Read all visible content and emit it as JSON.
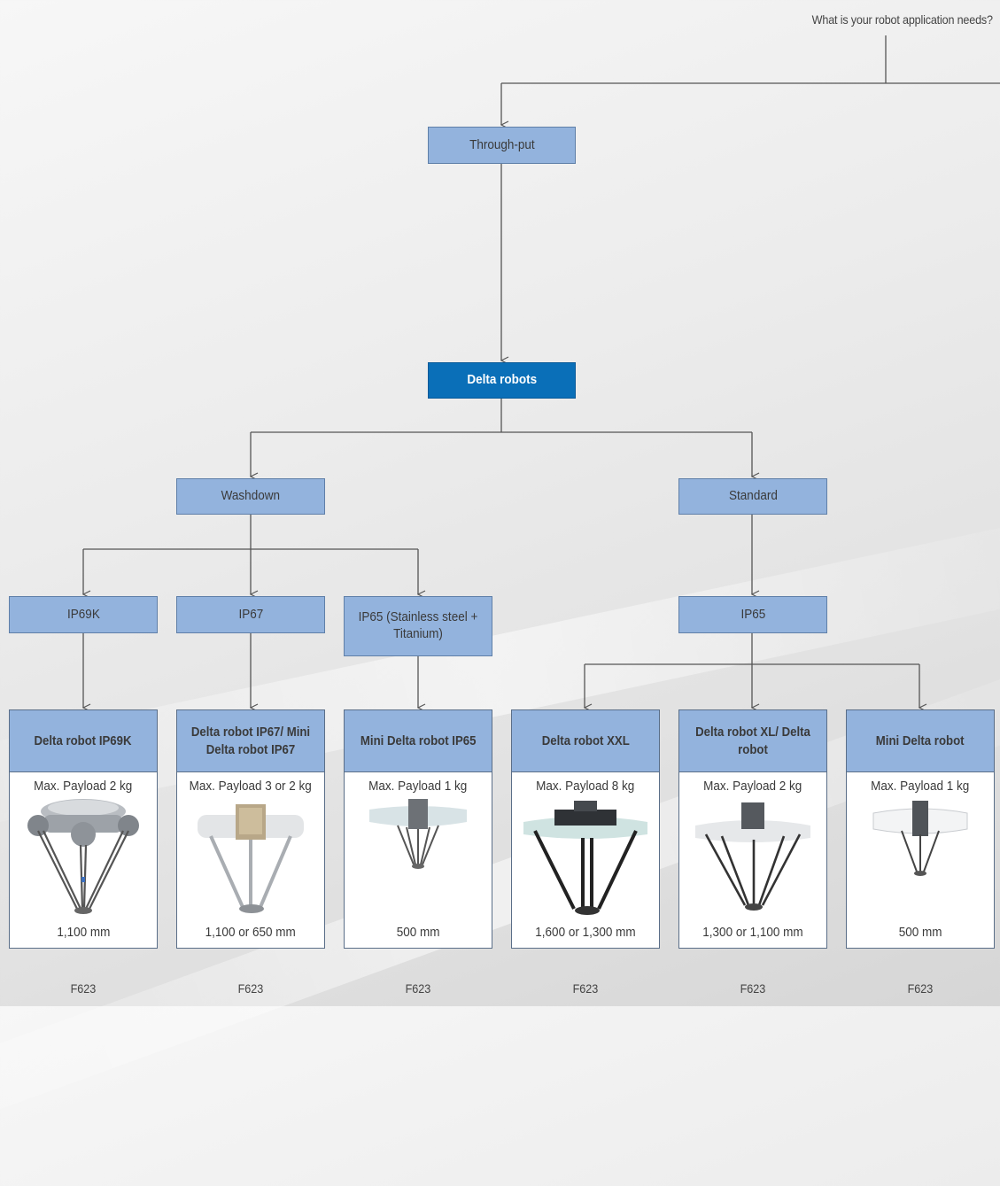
{
  "question": "What is your robot application needs?",
  "nodes": {
    "throughput": "Through-put",
    "delta": "Delta robots",
    "washdown": "Washdown",
    "standard": "Standard",
    "ip69k": "IP69K",
    "ip67": "IP67",
    "ip65_ss": "IP65 (Stainless steel + Titanium)",
    "ip65": "IP65"
  },
  "products": [
    {
      "name": "Delta robot IP69K",
      "payload": "Max. Payload 2 kg",
      "reach": "1,100 mm",
      "code": "F623",
      "image": "delta-robot-ip69k-image"
    },
    {
      "name": "Delta robot IP67/ Mini Delta robot IP67",
      "payload": "Max. Payload 3 or 2 kg",
      "reach": "1,100 or 650 mm",
      "code": "F623",
      "image": "delta-robot-ip67-image"
    },
    {
      "name": "Mini Delta robot IP65",
      "payload": "Max. Payload 1 kg",
      "reach": "500 mm",
      "code": "F623",
      "image": "mini-delta-robot-ip65-image"
    },
    {
      "name": "Delta robot XXL",
      "payload": "Max. Payload 8 kg",
      "reach": "1,600 or 1,300 mm",
      "code": "F623",
      "image": "delta-robot-xxl-image"
    },
    {
      "name": "Delta robot XL/ Delta robot",
      "payload": "Max. Payload 2 kg",
      "reach": "1,300 or 1,100 mm",
      "code": "F623",
      "image": "delta-robot-xl-image"
    },
    {
      "name": "Mini Delta robot",
      "payload": "Max. Payload 1 kg",
      "reach": "500 mm",
      "code": "F623",
      "image": "mini-delta-robot-image"
    }
  ],
  "colors": {
    "node": "#93b3dd",
    "node_primary": "#0a6fb8",
    "connector": "#555555"
  }
}
